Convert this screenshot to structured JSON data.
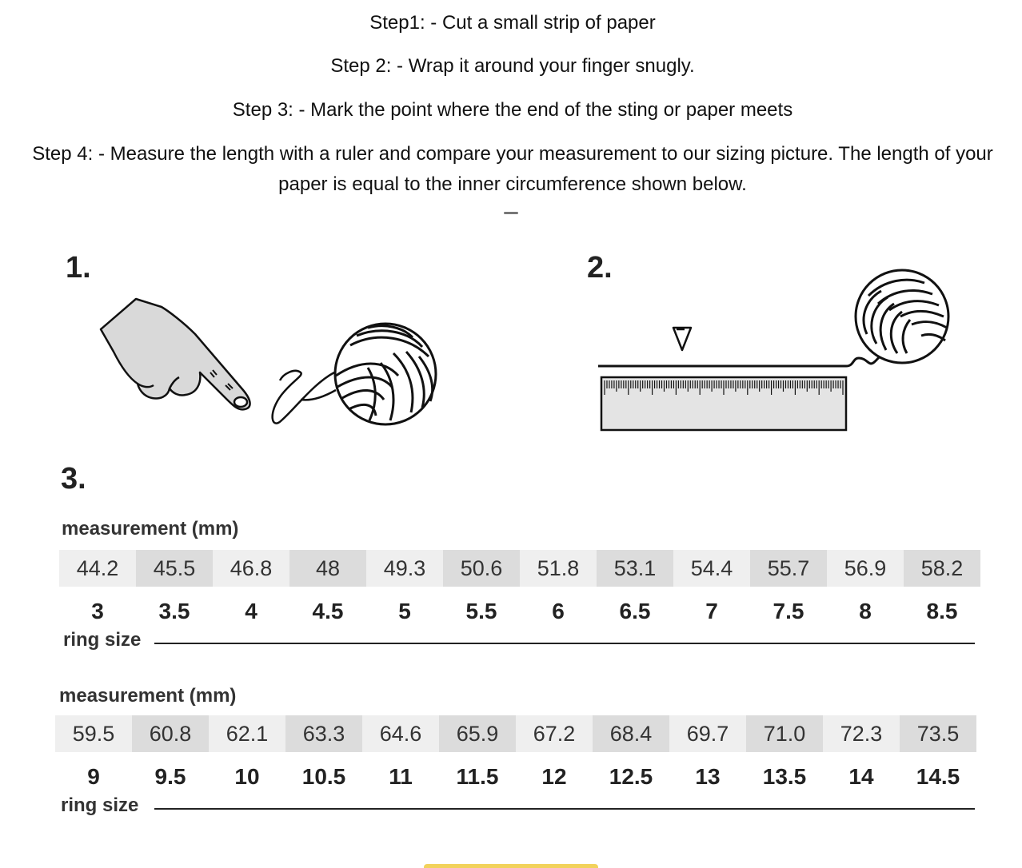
{
  "instructions": {
    "step1": "Step1: - Cut a small strip of paper",
    "step2": "Step 2: - Wrap it around your finger snugly.",
    "step3": "Step 3: - Mark the point where the end of the sting or paper meets",
    "step4": "Step 4: - Measure the length with a ruler and compare your measurement to our sizing picture. The length of your paper is equal to the inner circumference shown below."
  },
  "figures": {
    "fig1_label": "1.",
    "fig2_label": "2.",
    "fig3_label": "3."
  },
  "table1": {
    "measurement_label": "measurement (mm)",
    "measurements": [
      "44.2",
      "45.5",
      "46.8",
      "48",
      "49.3",
      "50.6",
      "51.8",
      "53.1",
      "54.4",
      "55.7",
      "56.9",
      "58.2"
    ],
    "sizes": [
      "3",
      "3.5",
      "4",
      "4.5",
      "5",
      "5.5",
      "6",
      "6.5",
      "7",
      "7.5",
      "8",
      "8.5"
    ],
    "ring_size_label": "ring size"
  },
  "table2": {
    "measurement_label": "measurement (mm)",
    "measurements": [
      "59.5",
      "60.8",
      "62.1",
      "63.3",
      "64.6",
      "65.9",
      "67.2",
      "68.4",
      "69.7",
      "71.0",
      "72.3",
      "73.5"
    ],
    "sizes": [
      "9",
      "9.5",
      "10",
      "10.5",
      "11",
      "11.5",
      "12",
      "12.5",
      "13",
      "13.5",
      "14",
      "14.5"
    ],
    "ring_size_label": "ring size"
  },
  "colors": {
    "cell_light": "#efefef",
    "cell_dark": "#dcdcdc",
    "ruler_fill": "#e4e4e4",
    "accent_tab": "#f2d25c"
  },
  "icons": [
    "pointing-hand-icon",
    "yarn-ball-icon",
    "ruler-icon",
    "marker-arrow-icon"
  ]
}
